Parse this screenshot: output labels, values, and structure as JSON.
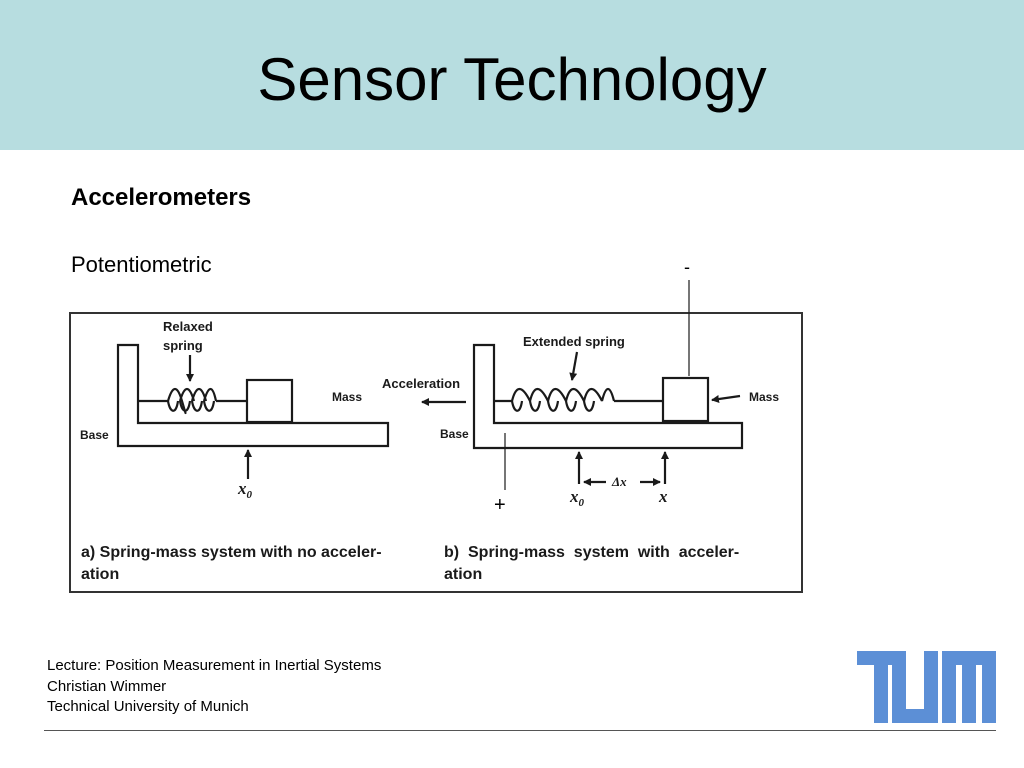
{
  "slide": {
    "title": "Sensor Technology",
    "heading": "Accelerometers",
    "subheading": "Potentiometric",
    "polarity_minus": "-",
    "polarity_plus": "+"
  },
  "figure": {
    "a_relaxed_spring": [
      "Relaxed",
      "spring"
    ],
    "a_mass": "Mass",
    "a_base": "Base",
    "a_x0": "x",
    "a_x0_sub": "0",
    "a_caption": [
      "a) Spring-mass system with no acceler-",
      "ation"
    ],
    "b_extended_spring": "Extended spring",
    "b_acceleration": "Acceleration",
    "b_mass": "Mass",
    "b_base": "Base",
    "b_x0": "x",
    "b_x0_sub": "0",
    "b_delta_x": "Δx",
    "b_x": "x",
    "b_caption": [
      "b)  Spring-mass  system  with  acceler-",
      "ation"
    ]
  },
  "footer": {
    "lecture": "Lecture: Position Measurement in Inertial Systems",
    "author": "Christian Wimmer",
    "university": "Technical University of Munich"
  },
  "logo": {
    "text": "TUM",
    "color": "#5c8fd6"
  },
  "colors": {
    "title_band": "#b7dde0",
    "figure_border": "#333333"
  }
}
